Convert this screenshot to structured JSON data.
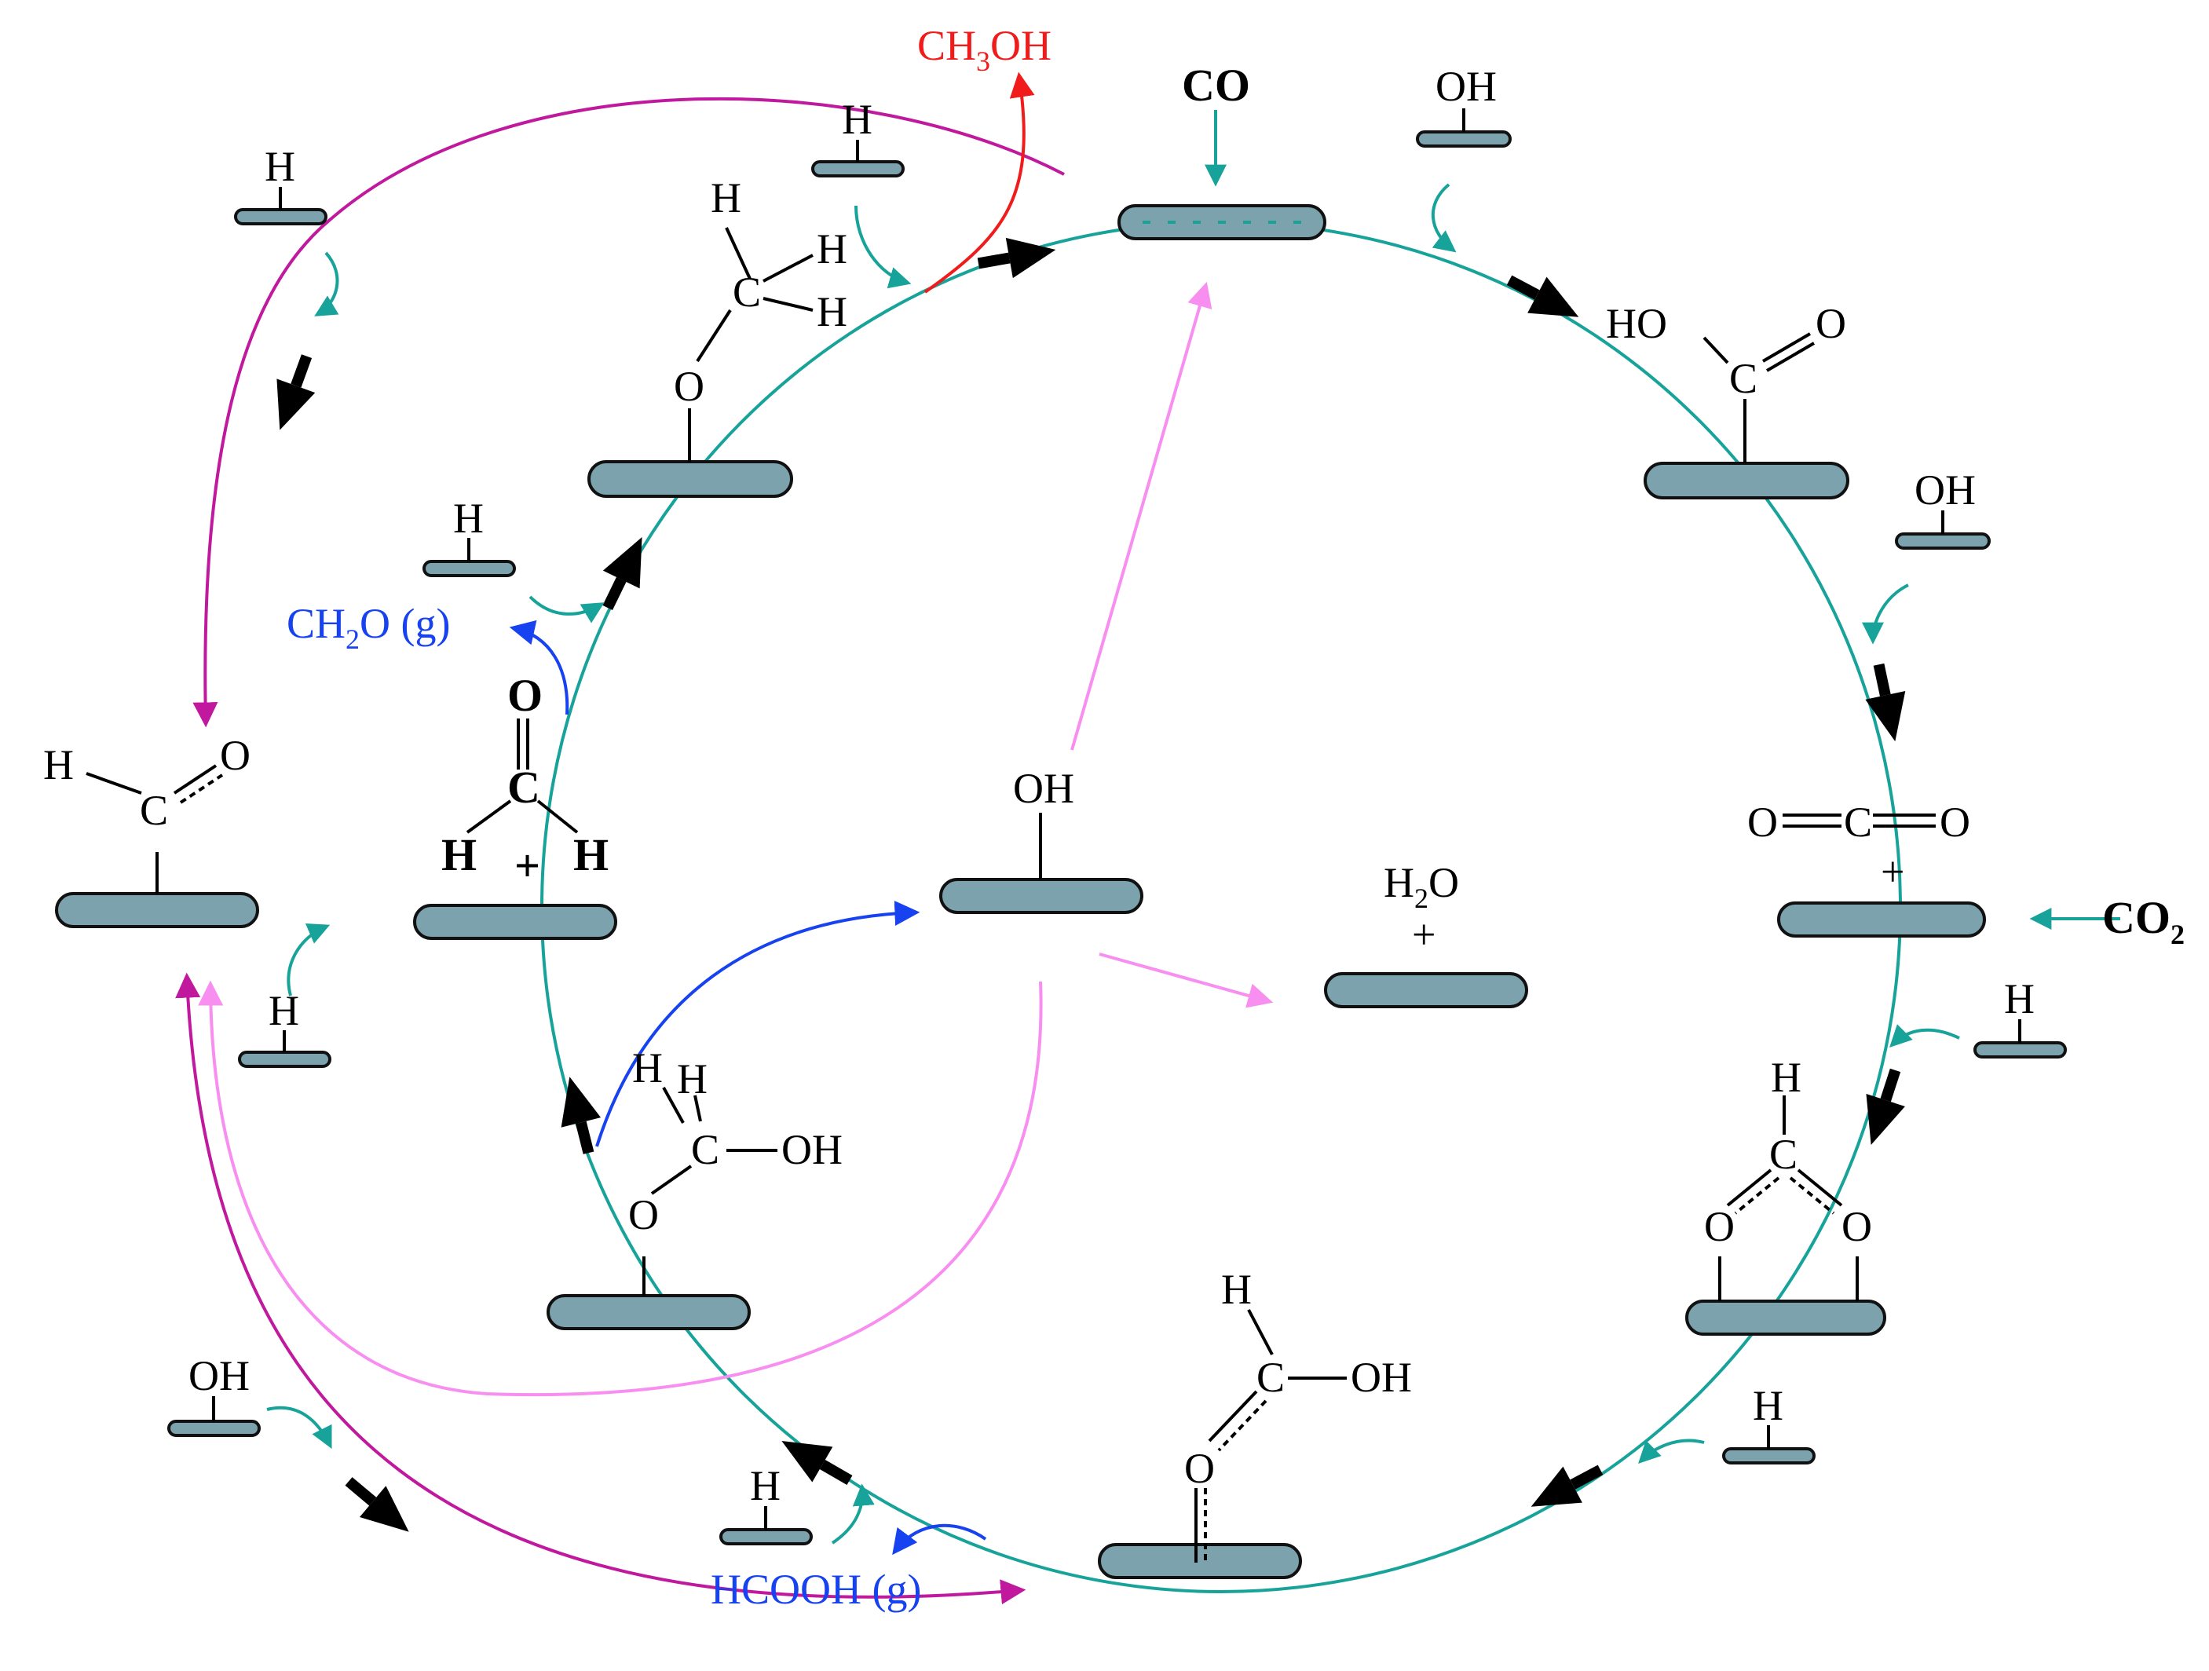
{
  "colors": {
    "slab": "#7ba2ad",
    "cycle": "#18a39a",
    "magenta": "#c0199e",
    "pink": "#f78ef0",
    "blue": "#1742f0",
    "red": "#f01b1b",
    "big_arrow": "#000000"
  },
  "products": {
    "methanol": "CH",
    "methanol_sub": "3",
    "methanol_tail": "OH",
    "formaldehyde": "CH",
    "formaldehyde_sub": "2",
    "formaldehyde_tail": "O (g)",
    "formic_acid": "HCOOH (g)"
  },
  "reactants": {
    "co": "CO",
    "co2": "CO",
    "co2_sub": "2"
  },
  "center": {
    "oh": "OH",
    "water": "H",
    "water_sub": "2",
    "water_tail": "O",
    "plus": "+"
  },
  "atoms": {
    "H": "H",
    "O": "O",
    "C": "C",
    "OH": "OH",
    "HO": "HO",
    "plus": "+"
  }
}
